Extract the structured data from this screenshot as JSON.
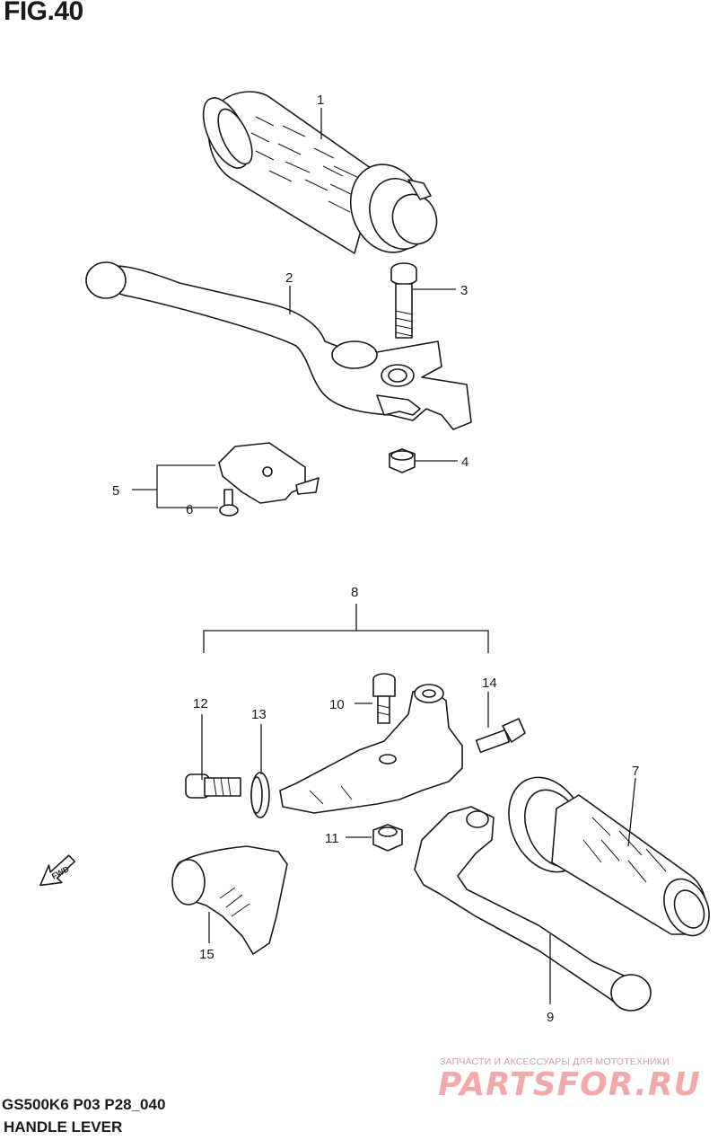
{
  "figure": {
    "title": "FIG.40",
    "code": "GS500K6 P03 P28_040",
    "subtitle": "HANDLE LEVER"
  },
  "direction_label": "FWD",
  "callouts": [
    "1",
    "2",
    "3",
    "4",
    "5",
    "6",
    "7",
    "8",
    "9",
    "10",
    "11",
    "12",
    "13",
    "14",
    "15"
  ],
  "watermark": {
    "caption": "ЗАПЧАСТИ И АКСЕССУАРЫ ДЛЯ МОТОТЕХНИКИ",
    "logo": "PARTSFOR.RU"
  }
}
